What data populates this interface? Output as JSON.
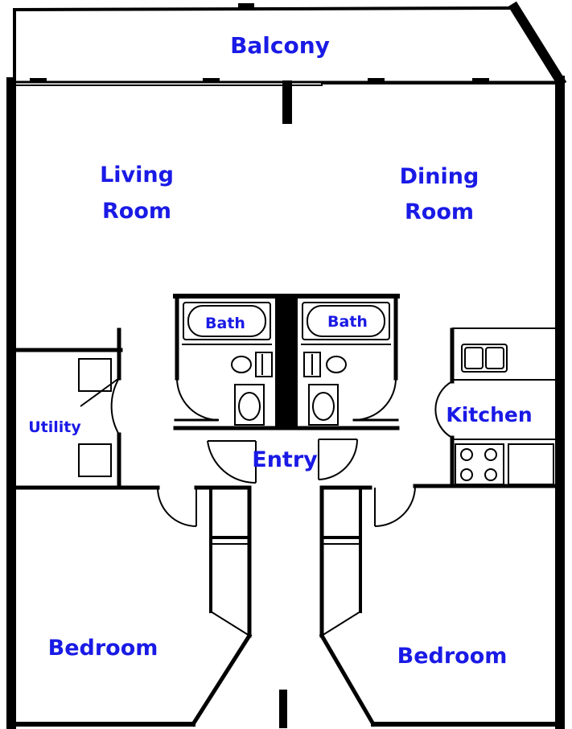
{
  "plan": {
    "label_color": "#1a1ae6",
    "rooms": {
      "balcony": "Balcony",
      "living_line1": "Living",
      "living_line2": "Room",
      "dining_line1": "Dining",
      "dining_line2": "Room",
      "bath_left": "Bath",
      "bath_right": "Bath",
      "utility": "Utility",
      "kitchen": "Kitchen",
      "entry": "Entry",
      "bedroom_left": "Bedroom",
      "bedroom_right": "Bedroom"
    }
  }
}
